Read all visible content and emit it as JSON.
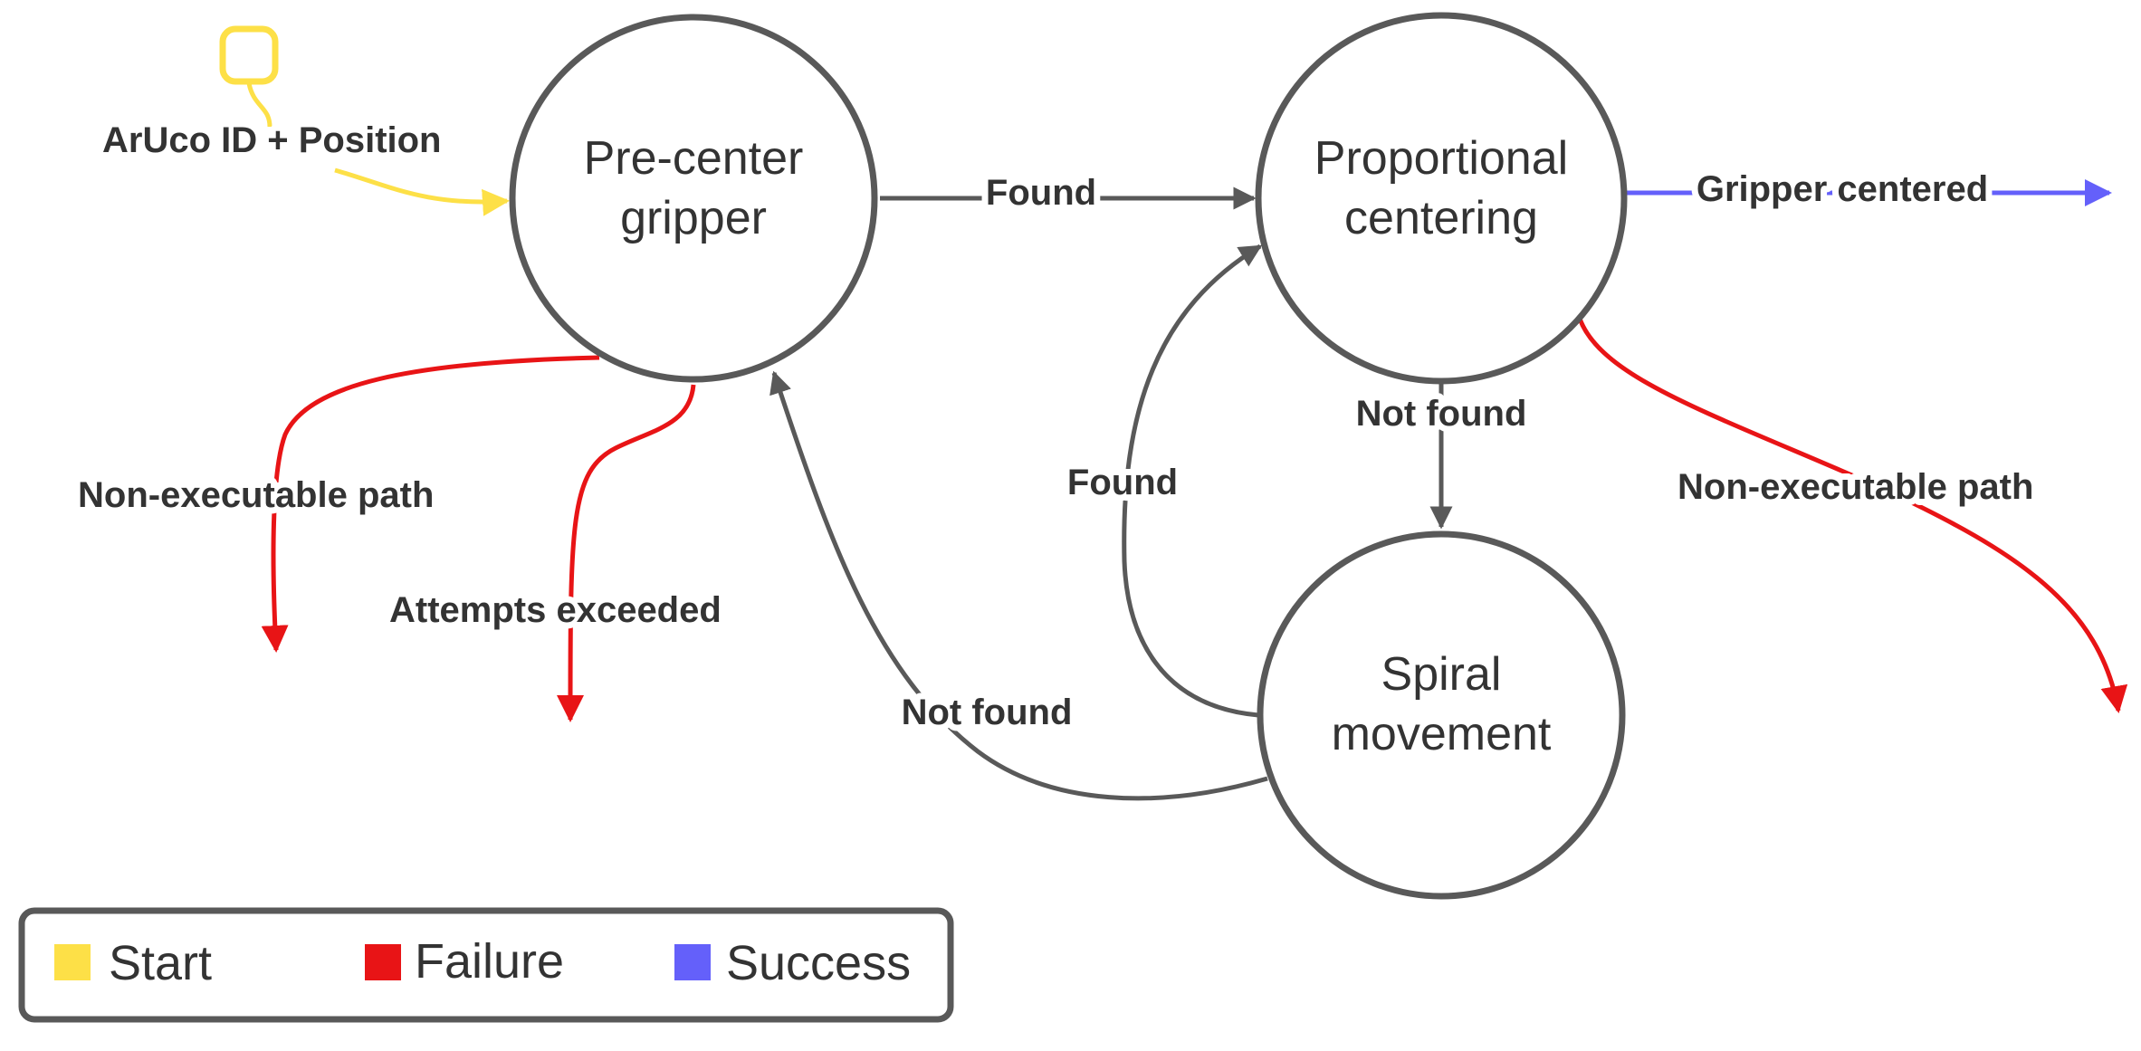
{
  "colors": {
    "node_stroke": "#595959",
    "neutral_edge": "#595959",
    "start": "#fde047",
    "failure": "#e81416",
    "success": "#6460fa",
    "legend_border": "#595959",
    "text": "#333333"
  },
  "states": {
    "pre_center": {
      "line1": "Pre-center",
      "line2": "gripper"
    },
    "proportional": {
      "line1": "Proportional",
      "line2": "centering"
    },
    "spiral": {
      "line1": "Spiral",
      "line2": "movement"
    }
  },
  "start_marker": {
    "icon": "rounded-square-icon"
  },
  "transitions": {
    "start_input": "ArUco ID + Position",
    "precenter_found": "Found",
    "precenter_non_executable": "Non-executable path",
    "precenter_attempts_exceeded": "Attempts exceeded",
    "proportional_success": "Gripper centered",
    "proportional_not_found": "Not found",
    "proportional_non_executable": "Non-executable path",
    "spiral_found": "Found",
    "spiral_not_found": "Not found"
  },
  "legend": {
    "items": [
      {
        "label": "Start",
        "color": "#fde047"
      },
      {
        "label": "Failure",
        "color": "#e81416"
      },
      {
        "label": "Success",
        "color": "#6460fa"
      }
    ]
  }
}
